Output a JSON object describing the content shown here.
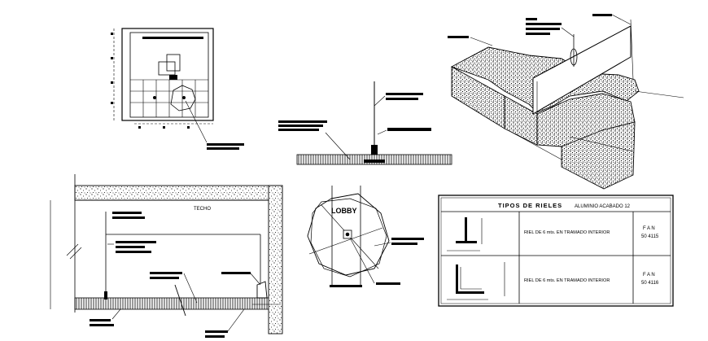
{
  "labels": {
    "techo": "TECHO",
    "lobby": "LOBBY",
    "table_title": "TIPOS DE RIELES",
    "table_subtitle": "ALUMINIO ACABADO 12",
    "row1_desc": "RIEL DE 6 mts. EN TRAMADO INTERIOR",
    "row2_desc": "RIEL DE 6 mts. EN TRAMADO INTERIOR",
    "row1_code_top": "F A N",
    "row1_code_bottom": "50 4115",
    "row2_code_top": "F A N",
    "row2_code_bottom": "50 4116"
  },
  "colors": {
    "ink": "#000000",
    "paper": "#ffffff"
  }
}
